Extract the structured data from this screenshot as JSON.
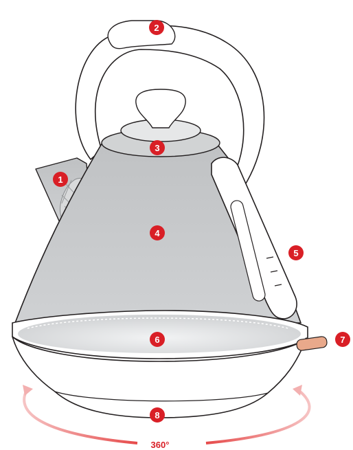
{
  "colors": {
    "marker": "#d91f26",
    "marker_text": "#ffffff",
    "body_fill": "#c7c8ca",
    "outline": "#231f20",
    "rotation_arrow": "#f08f8f",
    "switch": "#e9a98b"
  },
  "markers": [
    {
      "label": "1",
      "part": "spout-filter"
    },
    {
      "label": "2",
      "part": "handle"
    },
    {
      "label": "3",
      "part": "lid"
    },
    {
      "label": "4",
      "part": "kettle-body"
    },
    {
      "label": "5",
      "part": "water-level-window"
    },
    {
      "label": "6",
      "part": "base-of-jug"
    },
    {
      "label": "7",
      "part": "power-switch"
    },
    {
      "label": "8",
      "part": "power-base"
    }
  ],
  "rotation": {
    "label": "360°"
  }
}
